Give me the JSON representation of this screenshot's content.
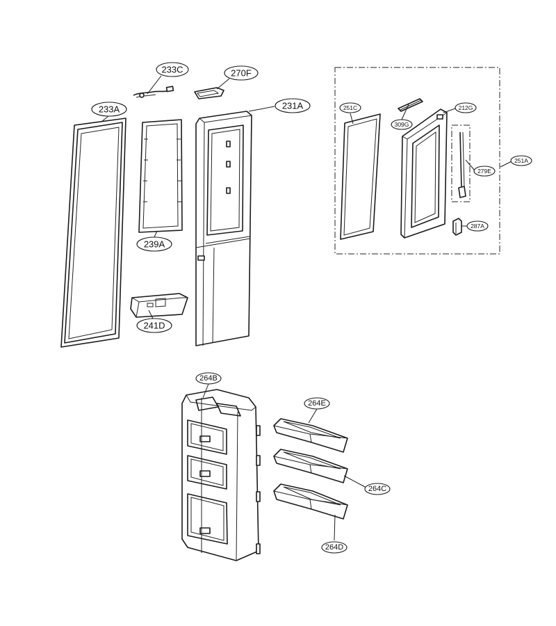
{
  "diagram": {
    "callouts": {
      "c233C": "233C",
      "c270F": "270F",
      "c233A": "233A",
      "c231A": "231A",
      "c239A": "239A",
      "c241D": "241D",
      "c251C": "251C",
      "c309G": "309G",
      "c212G": "212G",
      "c251A": "251A",
      "c279E": "279E",
      "c287A": "287A",
      "c264B": "264B",
      "c264E": "264E",
      "c264C": "264C",
      "c264D": "264D"
    }
  }
}
